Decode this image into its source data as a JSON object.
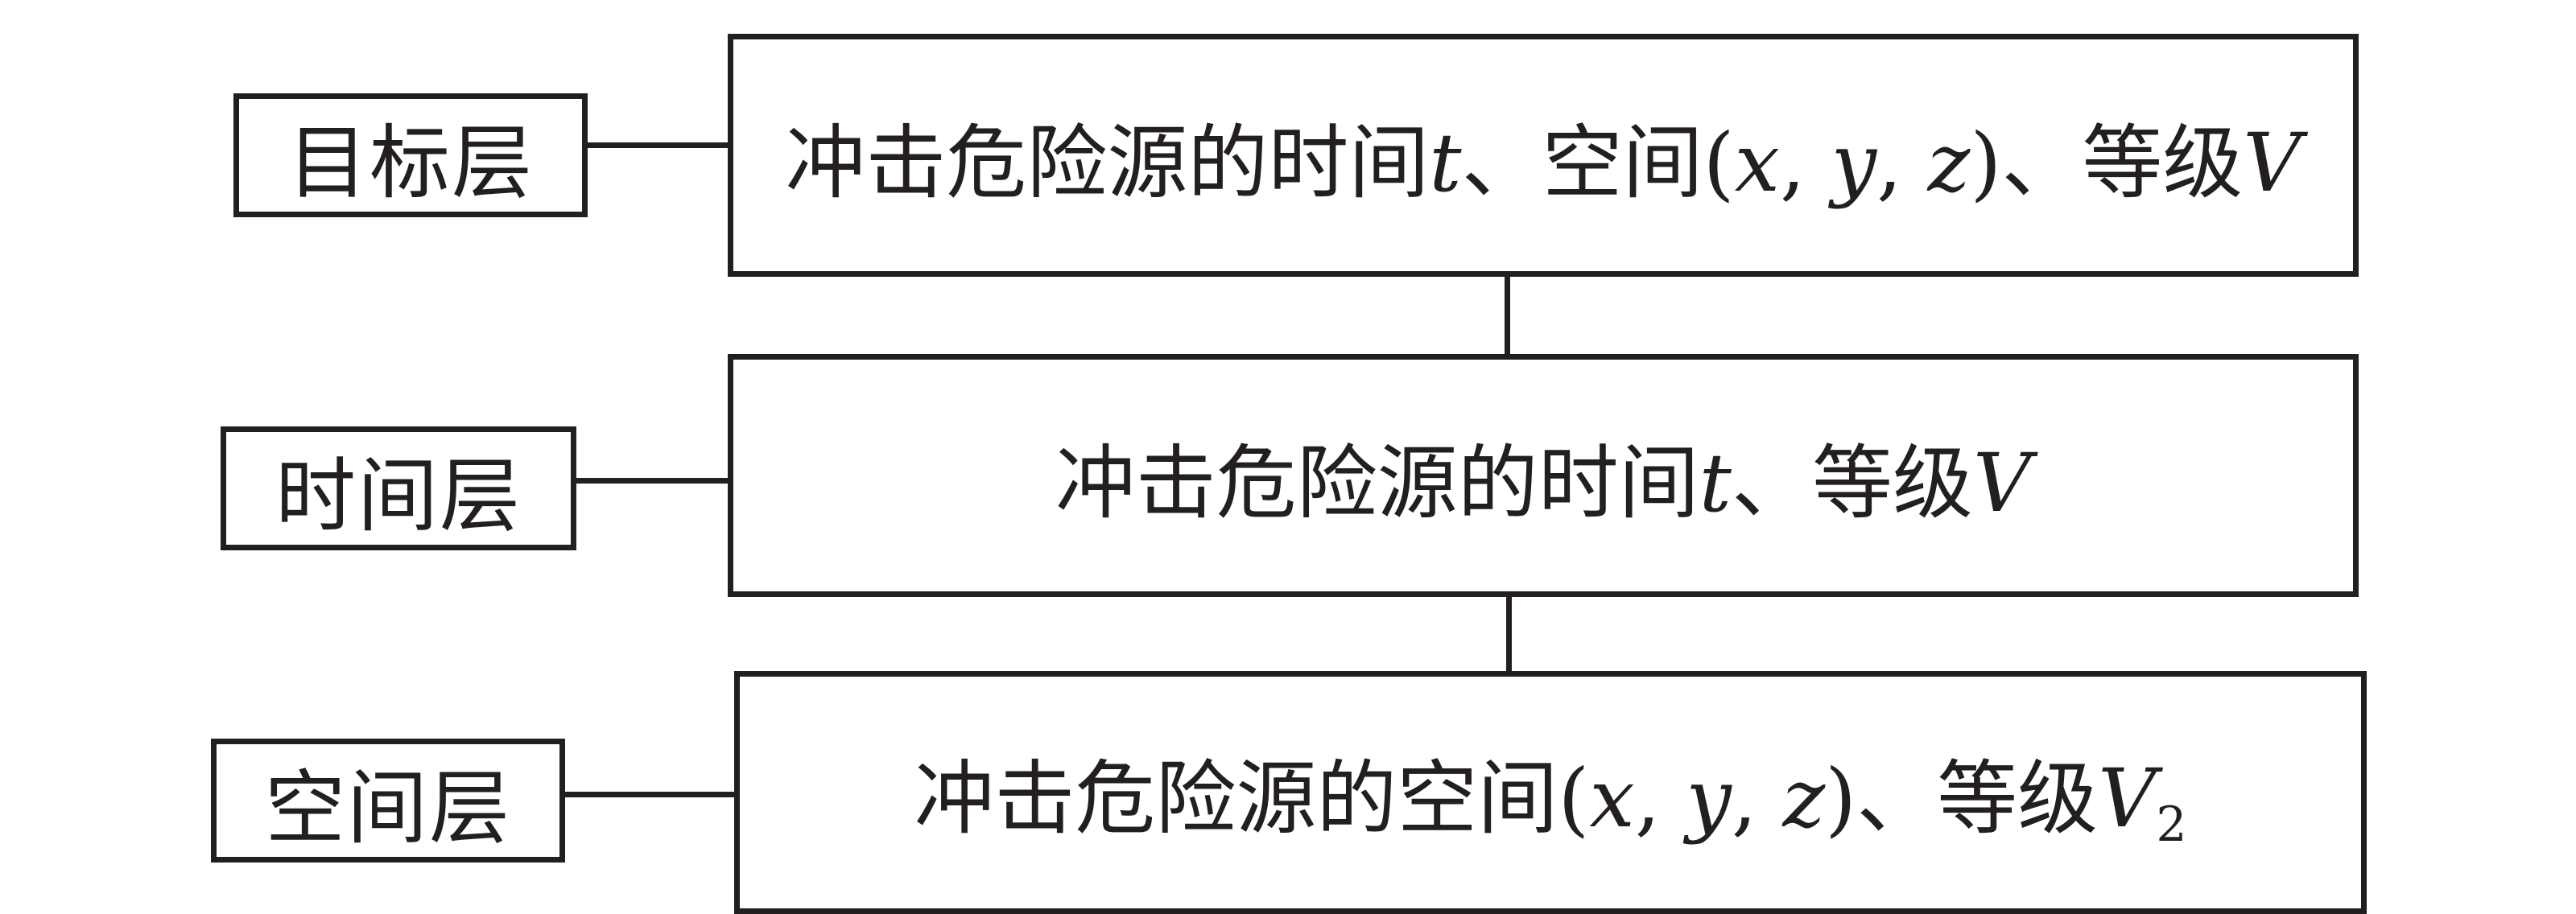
{
  "levels": [
    {
      "label": "目标层",
      "content": {
        "prefix": "冲击危险源的时间",
        "var_t": "t",
        "sep1": "、空间(",
        "var_x": "x",
        "comma1": ", ",
        "var_y": "y",
        "comma2": ", ",
        "var_z": "z",
        "sep2": ")、等级",
        "var_v": "V"
      }
    },
    {
      "label": "时间层",
      "content": {
        "prefix": "冲击危险源的时间",
        "var_t": "t",
        "sep1": "、等级",
        "var_v": "V"
      }
    },
    {
      "label": "空间层",
      "content": {
        "prefix": "冲击危险源的空间(",
        "var_x": "x",
        "comma1": ", ",
        "var_y": "y",
        "comma2": ", ",
        "var_z": "z",
        "sep2": ")、等级",
        "var_v": "V",
        "subscript": "2"
      }
    }
  ],
  "colors": {
    "stroke": "#231f20",
    "background": "#ffffff"
  }
}
